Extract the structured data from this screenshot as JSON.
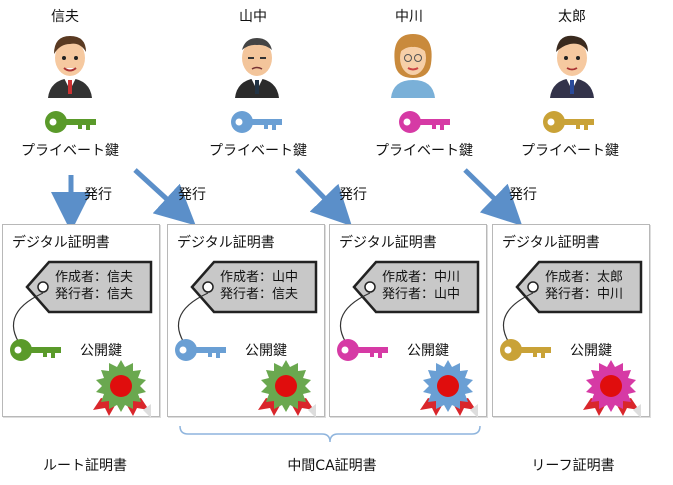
{
  "people": [
    {
      "name": "信夫",
      "key_label": "プライベート鍵",
      "key_color": "#5a9a2a",
      "issued_label": "発行"
    },
    {
      "name": "山中",
      "key_label": "プライベート鍵",
      "key_color": "#6a9fd4",
      "issued_label": "発行"
    },
    {
      "name": "中川",
      "key_label": "プライベート鍵",
      "key_color": "#d63aa5",
      "issued_label": "発行"
    },
    {
      "name": "太郎",
      "key_label": "プライベート鍵",
      "key_color": "#c9a237",
      "issued_label": "発行"
    }
  ],
  "certs": [
    {
      "title": "デジタル証明書",
      "creator": "作成者：信夫",
      "issuer": "発行者：信夫",
      "pubkey_label": "公開鍵",
      "key_color": "#5a9a2a",
      "seal_color": "#6aa84f"
    },
    {
      "title": "デジタル証明書",
      "creator": "作成者：山中",
      "issuer": "発行者：信夫",
      "pubkey_label": "公開鍵",
      "key_color": "#6a9fd4",
      "seal_color": "#6aa84f"
    },
    {
      "title": "デジタル証明書",
      "creator": "作成者：中川",
      "issuer": "発行者：山中",
      "pubkey_label": "公開鍵",
      "key_color": "#d63aa5",
      "seal_color": "#6a9fd4"
    },
    {
      "title": "デジタル証明書",
      "creator": "作成者：太郎",
      "issuer": "発行者：中川",
      "pubkey_label": "公開鍵",
      "key_color": "#c9a237",
      "seal_color": "#d63aa5"
    }
  ],
  "bottom": {
    "root": "ルート証明書",
    "intermediate": "中間CA証明書",
    "leaf": "リーフ証明書"
  },
  "colors": {
    "arrow": "#5b8fc9",
    "brace": "#8eb4dd"
  }
}
